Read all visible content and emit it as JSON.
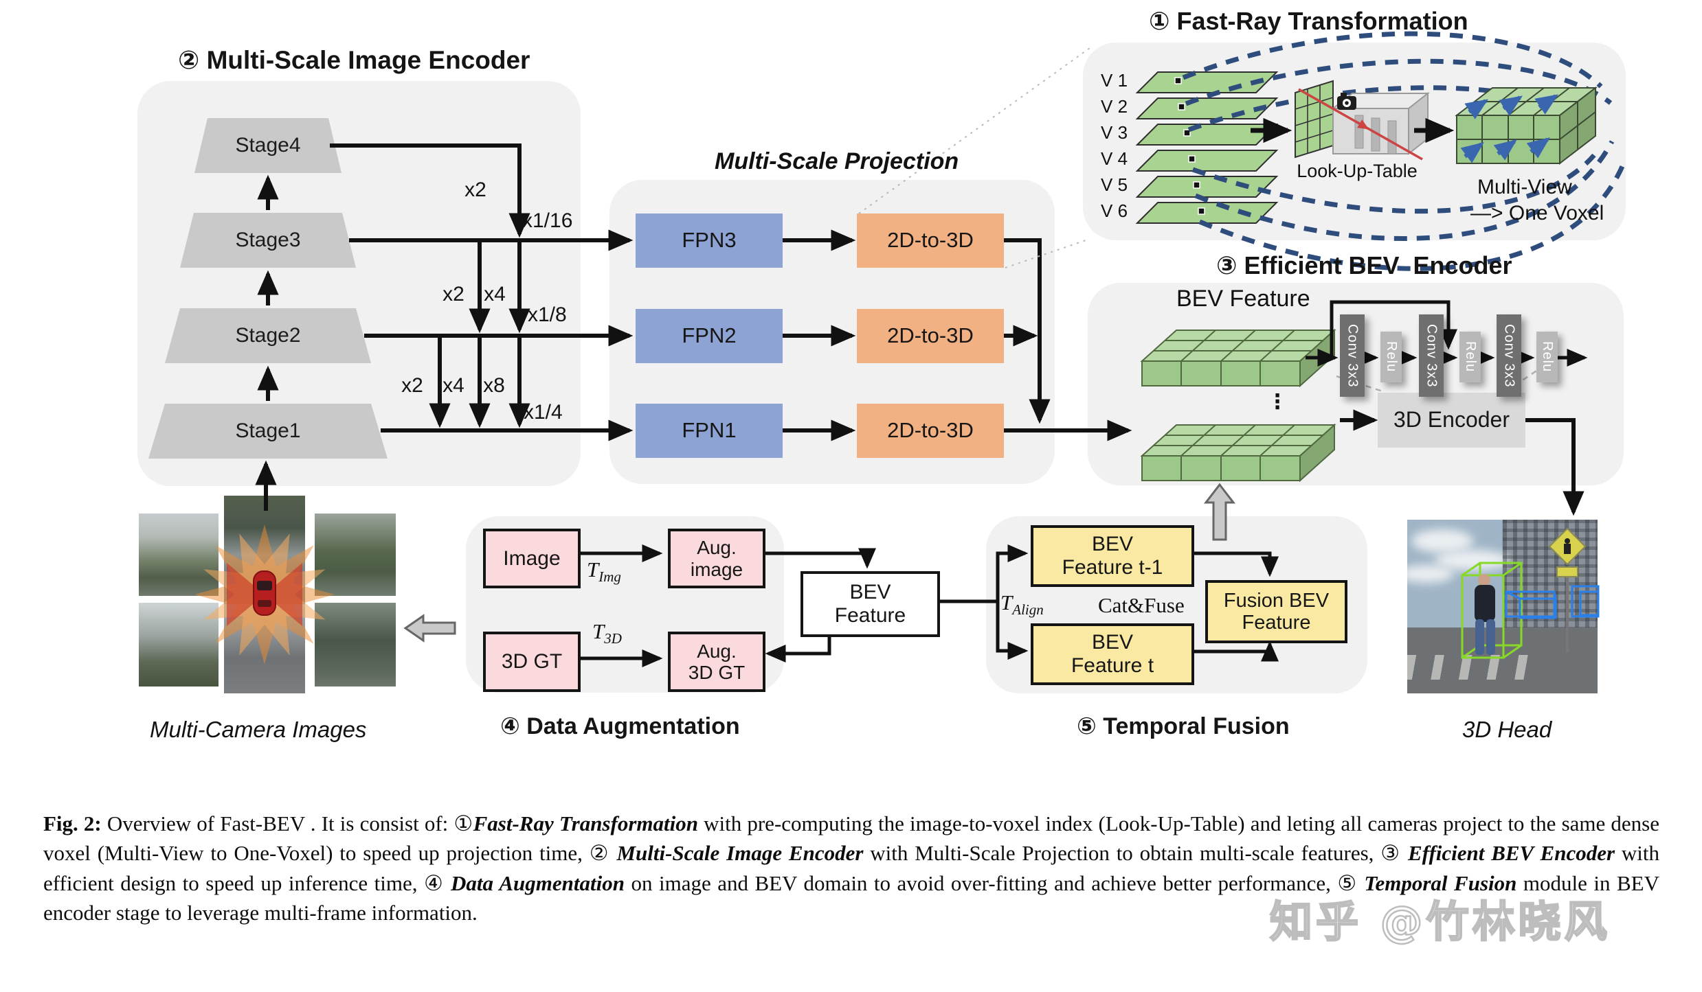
{
  "figure": {
    "fast_ray": {
      "title": "① Fast-Ray Transformation",
      "views": [
        "V 1",
        "V 2",
        "V 3",
        "V 4",
        "V 5",
        "V 6"
      ],
      "lut": "Look-Up-Table",
      "legend1": "Multi-View",
      "legend2": "—> One Voxel"
    },
    "encoder": {
      "title": "② Multi-Scale Image Encoder",
      "stages": [
        "Stage4",
        "Stage3",
        "Stage2",
        "Stage1"
      ],
      "scales": {
        "s4": "x2",
        "r3_a": "x2",
        "r3_b": "x4",
        "r2_a": "x2",
        "r2_b": "x4",
        "r2_c": "x8",
        "o16": "x1/16",
        "o8": "x1/8",
        "o4": "x1/4"
      }
    },
    "projection": {
      "title": "Multi-Scale Projection",
      "fpn": [
        "FPN3",
        "FPN2",
        "FPN1"
      ],
      "to3d": "2D-to-3D"
    },
    "bev": {
      "title": "③ Efficient BEV  Encoder",
      "feature": "BEV Feature",
      "dots": "⋮",
      "conv": "Conv 3x3",
      "relu": "Relu",
      "encoder3d": "3D Encoder"
    },
    "dataaug": {
      "title": "④ Data Augmentation",
      "image": "Image",
      "aug1": "Aug.",
      "aug2": "image",
      "gt": "3D GT",
      "auggt1": "Aug.",
      "auggt2": "3D GT",
      "t_img": "T",
      "t_img_sub": "Img",
      "t_3d": "T",
      "t_3d_sub": "3D"
    },
    "temporal": {
      "title": "⑤ Temporal Fusion",
      "bev1": "BEV",
      "bev2": "Feature",
      "prev1": "BEV",
      "prev2": "Feature t-1",
      "cur1": "BEV",
      "cur2": "Feature t",
      "fus1": "Fusion BEV",
      "fus2": "Feature",
      "t_align": "T",
      "t_align_sub": "Align",
      "catfuse": "Cat&Fuse"
    },
    "footer": {
      "cameras": "Multi-Camera Images",
      "head": "3D Head"
    },
    "caption": {
      "segments": [
        {
          "t": "Fig. 2:"
        },
        {
          "t": " Overview of Fast-BEV . It is consist of: ①"
        },
        {
          "t": "Fast-Ray Transformation"
        },
        {
          "t": " with pre-computing the image-to-voxel index (Look-Up-Table) and leting all cameras project to the same dense voxel (Multi-View to One-Voxel) to speed up projection time, ② "
        },
        {
          "t": "Multi-Scale Image Encoder"
        },
        {
          "t": " with Multi-Scale Projection to obtain multi-scale features, ③ "
        },
        {
          "t": "Efficient BEV Encoder"
        },
        {
          "t": " with efficient design to speed up inference time, ④ "
        },
        {
          "t": "Data Augmentation"
        },
        {
          "t": " on image and BEV domain to avoid over-fitting and achieve better performance, ⑤ "
        },
        {
          "t": "Temporal Fusion"
        },
        {
          "t": " module in BEV encoder stage to leverage multi-frame information."
        }
      ]
    },
    "watermark": "知乎 @竹林晓风",
    "colors": {
      "fpn_blue": "#8da3d4",
      "proj_orange": "#f2b183",
      "box_pink": "#fbdade",
      "box_yellow": "#f9e9a2",
      "voxel_green": "#a8d391",
      "ray_dash_blue": "#2f4d7c"
    }
  }
}
